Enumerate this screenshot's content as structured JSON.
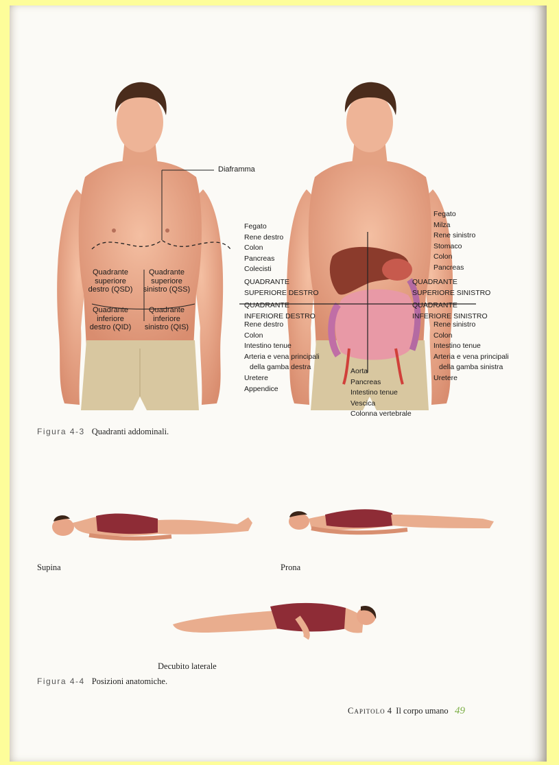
{
  "figure_4_3": {
    "number": "Figura 4-3",
    "caption": "Quadranti addominali.",
    "left_figure": {
      "diaphragm_label": "Diaframma",
      "qsd": [
        "Quadrante",
        "superiore",
        "destro (QSD)"
      ],
      "qss": [
        "Quadrante",
        "superiore",
        "sinistro (QSS)"
      ],
      "qid": [
        "Quadrante",
        "inferiore",
        "destro (QID)"
      ],
      "qis": [
        "Quadrante",
        "inferiore",
        "sinistro (QIS)"
      ]
    },
    "right_figure": {
      "upper_right_organs": [
        "Fegato",
        "Rene destro",
        "Colon",
        "Pancreas",
        "Colecisti"
      ],
      "upper_right_title": [
        "QUADRANTE",
        "SUPERIORE DESTRO"
      ],
      "lower_right_title": [
        "QUADRANTE",
        "INFERIORE DESTRO"
      ],
      "lower_right_organs": [
        "Rene destro",
        "Colon",
        "Intestino tenue",
        "Arteria e vena principali",
        "della gamba destra",
        "Uretere",
        "Appendice"
      ],
      "upper_left_organs": [
        "Fegato",
        "Milza",
        "Rene sinistro",
        "Stomaco",
        "Colon",
        "Pancreas"
      ],
      "upper_left_title": [
        "QUADRANTE",
        "SUPERIORE SINISTRO"
      ],
      "lower_left_title": [
        "QUADRANTE",
        "INFERIORE SINISTRO"
      ],
      "lower_left_organs": [
        "Rene sinistro",
        "Colon",
        "Intestino tenue",
        "Arteria e vena principali",
        "della gamba sinistra",
        "Uretere"
      ],
      "midline_organs": [
        "Aorta",
        "Pancreas",
        "Intestino tenue",
        "Vescica",
        "Colonna vertebrale"
      ]
    }
  },
  "figure_4_4": {
    "number": "Figura 4-4",
    "caption": "Posizioni anatomiche.",
    "poses": {
      "supine": "Supina",
      "prone": "Prona",
      "lateral": "Decubito laterale"
    }
  },
  "footer": {
    "chapter_label": "Capitolo",
    "chapter_number": "4",
    "chapter_title": "Il corpo umano",
    "page_number": "49"
  },
  "colors": {
    "background_border": "#fdfd9a",
    "page": "#fbfaf6",
    "skin": "#e9a98c",
    "shorts": "#d8c7a0",
    "swimsuit": "#8e2c36",
    "page_number": "#7fb04a"
  }
}
